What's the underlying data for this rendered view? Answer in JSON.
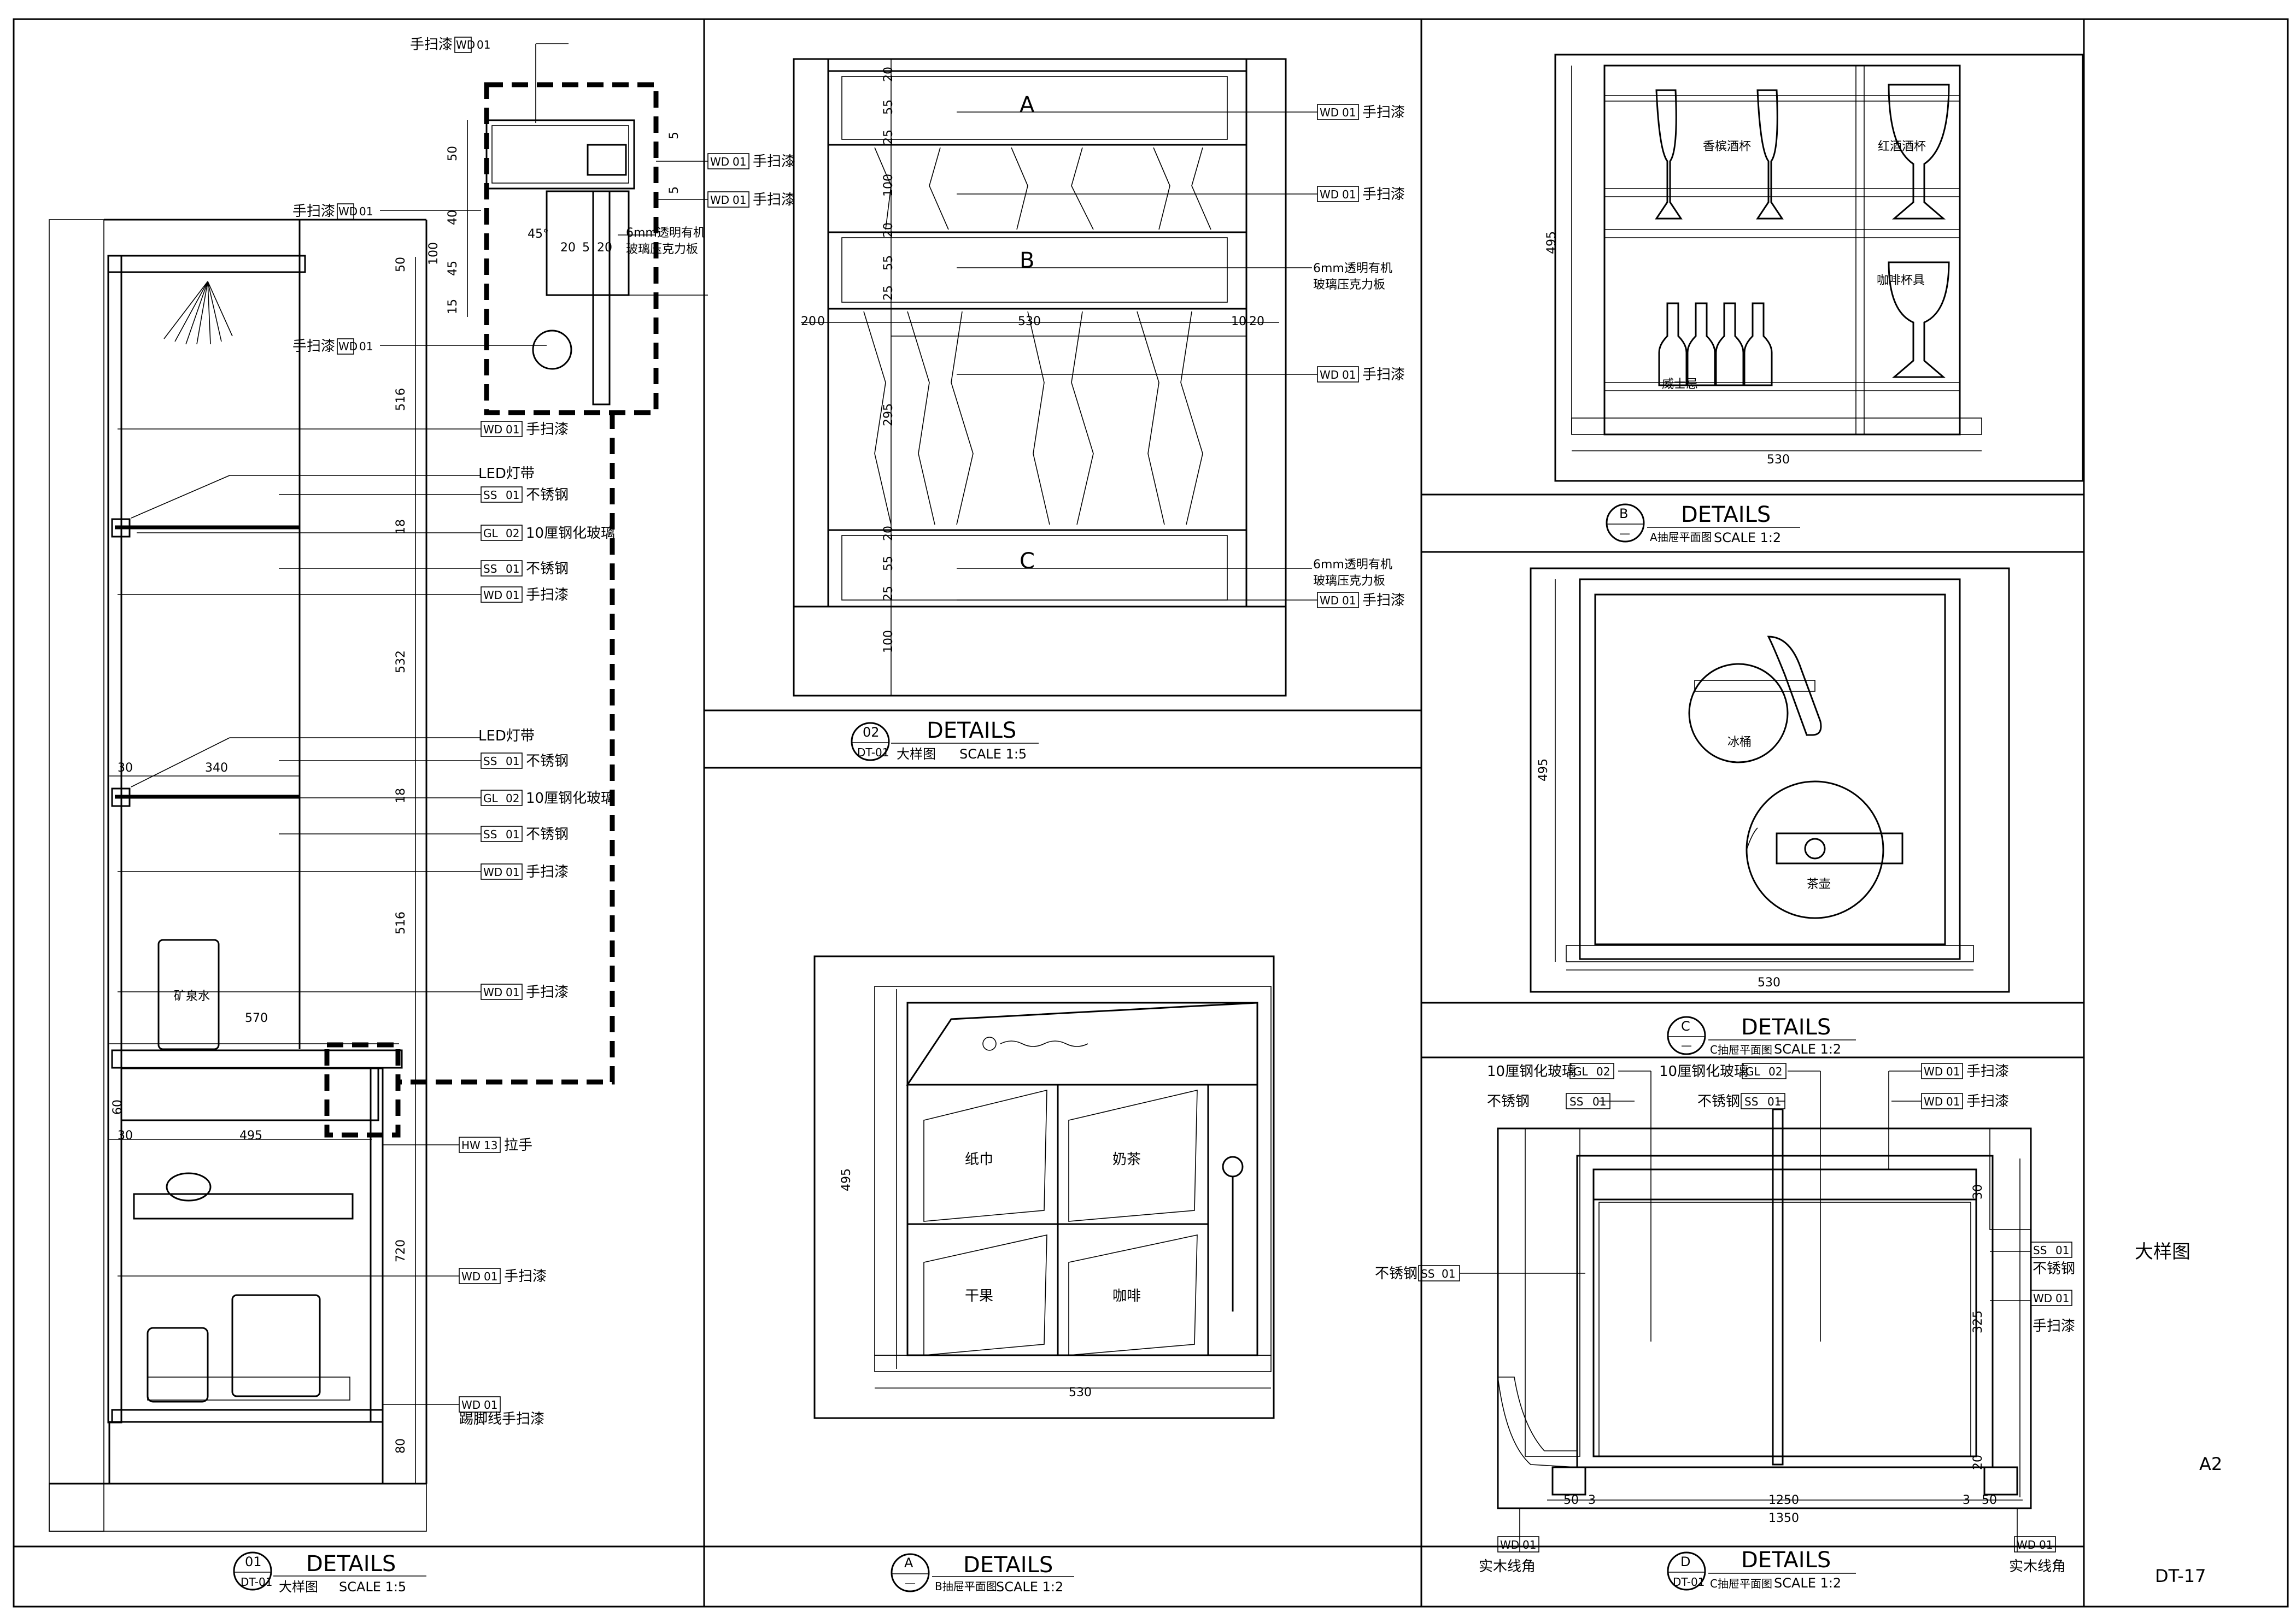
{
  "sheet": {
    "side_title": "大样图",
    "size": "A2",
    "drawing_no": "DT-17"
  },
  "details": {
    "d01": {
      "num": "01",
      "ref": "DT-01",
      "title": "DETAILS",
      "sub": "大样图",
      "scale": "SCALE  1:5"
    },
    "d02": {
      "num": "02",
      "ref": "DT-01",
      "title": "DETAILS",
      "sub": "大样图",
      "scale": "SCALE  1:5"
    },
    "dA": {
      "num": "A",
      "ref": "—",
      "title": "DETAILS",
      "sub": "B抽屉平面图",
      "scale": "SCALE  1:2"
    },
    "dB": {
      "num": "B",
      "ref": "—",
      "title": "DETAILS",
      "sub": "A抽屉平面图",
      "scale": "SCALE  1:2"
    },
    "dC": {
      "num": "C",
      "ref": "—",
      "title": "DETAILS",
      "sub": "C抽屉平面图",
      "scale": "SCALE  1:2"
    },
    "dD": {
      "num": "D",
      "ref": "DT-01",
      "title": "DETAILS",
      "sub": "C抽屉平面图",
      "scale": "SCALE  1:2"
    }
  },
  "panel01": {
    "callouts": [
      {
        "pre": "手扫漆",
        "code": "WD",
        "num": "01",
        "post": ""
      },
      {
        "pre": "手扫漆",
        "code": "WD",
        "num": "01",
        "post": ""
      },
      {
        "pre": "手扫漆",
        "code": "WD",
        "num": "01",
        "post": ""
      },
      {
        "pre": "",
        "code": "WD",
        "num": "01",
        "post": "手扫漆"
      },
      {
        "pre": "",
        "code": "SS",
        "num": "01",
        "post": "不锈钢"
      },
      {
        "pre": "",
        "code": "GL",
        "num": "02",
        "post": "10厘钢化玻璃"
      },
      {
        "pre": "",
        "code": "SS",
        "num": "01",
        "post": "不锈钢"
      },
      {
        "pre": "",
        "code": "WD",
        "num": "01",
        "post": "手扫漆"
      },
      {
        "pre": "",
        "code": "SS",
        "num": "01",
        "post": "不锈钢"
      },
      {
        "pre": "",
        "code": "GL",
        "num": "02",
        "post": "10厘钢化玻璃"
      },
      {
        "pre": "",
        "code": "SS",
        "num": "01",
        "post": "不锈钢"
      },
      {
        "pre": "",
        "code": "WD",
        "num": "01",
        "post": "手扫漆"
      },
      {
        "pre": "",
        "code": "WD",
        "num": "01",
        "post": "手扫漆"
      },
      {
        "pre": "",
        "code": "HW",
        "num": "13",
        "post": "拉手"
      },
      {
        "pre": "",
        "code": "WD",
        "num": "01",
        "post": "手扫漆"
      },
      {
        "pre": "",
        "code": "WD",
        "num": "01",
        "post": ""
      },
      {
        "pre": "",
        "code": "WD",
        "num": "01",
        "post": "手扫漆"
      },
      {
        "pre": "",
        "code": "WD",
        "num": "01",
        "post": "手扫漆"
      }
    ],
    "led1": "LED灯带",
    "led2": "LED灯带",
    "kick": "踢脚线手扫漆",
    "acrylic": [
      "6mm透明有机",
      "玻璃压克力板"
    ],
    "water": "矿泉水",
    "dims": {
      "a50": "50",
      "a40": "40",
      "a45": "45",
      "a15": "15",
      "a100": "100",
      "a45deg": "45°",
      "a20": "20",
      "a5": "5",
      "a20b": "20",
      "v50": "50",
      "v516": "516",
      "v18": "18",
      "v532": "532",
      "v18b": "18",
      "v516b": "516",
      "v720": "720",
      "v80": "80",
      "h340": "340",
      "h30": "30",
      "h570": "570",
      "h30b": "30",
      "h495": "495",
      "v60": "60",
      "s5": "5",
      "s5b": "5"
    }
  },
  "panel02": {
    "callouts": [
      {
        "code": "WD",
        "num": "01",
        "post": "手扫漆"
      },
      {
        "code": "WD",
        "num": "01",
        "post": "手扫漆"
      },
      {
        "code": "WD",
        "num": "01",
        "post": "手扫漆"
      },
      {
        "code": "WD",
        "num": "01",
        "post": "手扫漆"
      }
    ],
    "acrylic1": [
      "6mm透明有机",
      "玻璃压克力板"
    ],
    "acrylic2": [
      "6mm透明有机",
      "玻璃压克力板"
    ],
    "drawers": [
      "A",
      "B",
      "C"
    ],
    "dims": {
      "v20": "20",
      "v55": "55",
      "v25": "25",
      "v100": "100",
      "v20b": "20",
      "v55b": "55",
      "v25b": "25",
      "v295": "295",
      "v20c": "20",
      "v55c": "55",
      "v25c": "25",
      "v100b": "100",
      "h20": "20",
      "h0": "0",
      "h530": "530",
      "h10": "10",
      "h20b": "20"
    }
  },
  "panelA": {
    "items": [
      "纸巾",
      "奶茶",
      "干果",
      "咖啡"
    ],
    "dims": {
      "v495": "495",
      "h530": "530"
    }
  },
  "panelB": {
    "items": [
      "香槟酒杯",
      "红酒酒杯",
      "咖啡杯具",
      "威士忌"
    ],
    "dims": {
      "v495": "495",
      "h530": "530"
    }
  },
  "panelC": {
    "items": [
      "冰桶",
      "茶壶"
    ],
    "dims": {
      "v495": "495",
      "h530": "530"
    }
  },
  "panelD": {
    "callouts": [
      {
        "pre": "10厘钢化玻璃",
        "code": "GL",
        "num": "02",
        "post": ""
      },
      {
        "pre": "不锈钢",
        "code": "SS",
        "num": "01",
        "post": ""
      },
      {
        "pre": "10厘钢化玻璃",
        "code": "GL",
        "num": "02",
        "post": ""
      },
      {
        "pre": "不锈钢",
        "code": "SS",
        "num": "01",
        "post": ""
      },
      {
        "pre": "",
        "code": "WD",
        "num": "01",
        "post": "手扫漆"
      },
      {
        "pre": "",
        "code": "WD",
        "num": "01",
        "post": "手扫漆"
      },
      {
        "pre": "不锈钢",
        "code": "SS",
        "num": "01",
        "post": ""
      },
      {
        "pre": "",
        "code": "SS",
        "num": "01",
        "post": ""
      },
      {
        "pre": "",
        "code": "WD",
        "num": "01",
        "post": ""
      },
      {
        "pre": "",
        "code": "WD",
        "num": "01",
        "post": ""
      },
      {
        "pre": "",
        "code": "WD",
        "num": "01",
        "post": ""
      }
    ],
    "ss_right": "不锈钢",
    "wd_right": "手扫漆",
    "wood_left": "实木线角",
    "wood_right": "实木线角",
    "dims": {
      "v30": "30",
      "v325": "325",
      "v20": "20",
      "h50": "50",
      "h3": "3",
      "h1250": "1250",
      "h3b": "3",
      "h50b": "50",
      "h1350": "1350"
    }
  }
}
